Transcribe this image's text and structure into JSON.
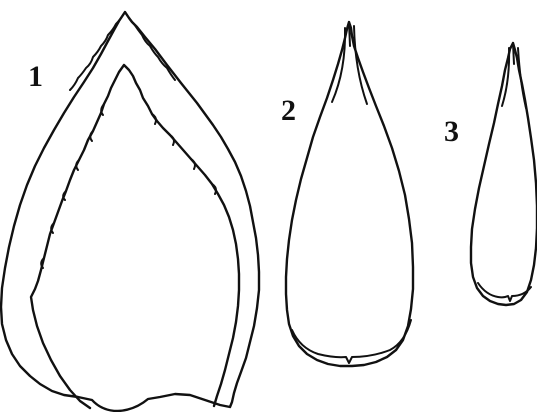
{
  "figures": [
    {
      "label": "1"
    },
    {
      "label": "2"
    },
    {
      "label": "3"
    }
  ],
  "colors": {
    "line": "#111111",
    "background": "#ffffff"
  }
}
